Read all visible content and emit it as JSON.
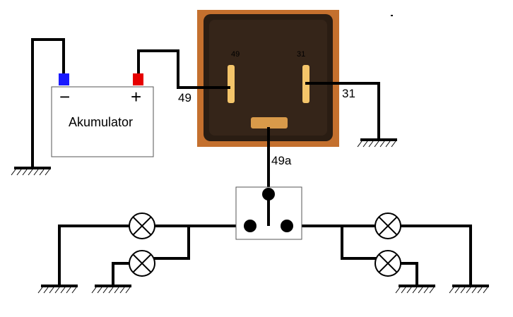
{
  "battery": {
    "name": "Akumulator",
    "minus_sign": "−",
    "plus_sign": "+",
    "minus_color": "#1a1aff",
    "plus_color": "#e60000"
  },
  "relay": {
    "body_color": "#2a1d13",
    "background_color": "#c4702e",
    "pin_labels": {
      "input": "49",
      "ground": "31",
      "output": "49a"
    }
  },
  "switch_box": {
    "type": "three-position switch"
  },
  "lamps": {
    "count": 4,
    "icon": "lamp-cross-icon"
  },
  "grounds": {
    "count": 6,
    "icon": "ground-icon"
  }
}
